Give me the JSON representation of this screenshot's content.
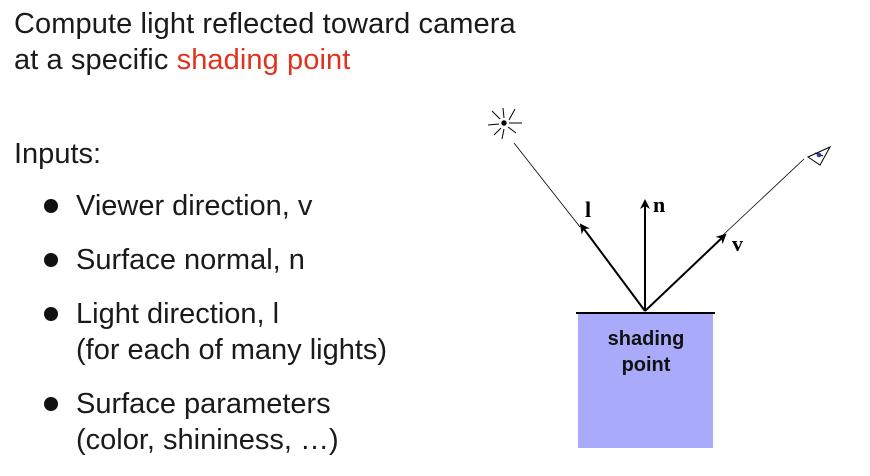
{
  "title": {
    "line1": "Compute light reflected toward camera",
    "line2_prefix": "at a specific ",
    "line2_highlight": "shading point"
  },
  "inputs": {
    "heading": "Inputs:",
    "items": [
      {
        "line1": "Viewer direction, v",
        "line2": ""
      },
      {
        "line1": "Surface normal, n",
        "line2": ""
      },
      {
        "line1": "Light direction, l",
        "line2": "(for each of many lights)"
      },
      {
        "line1": "Surface parameters",
        "line2": "(color, shininess, …)"
      }
    ]
  },
  "diagram": {
    "light_label": "l",
    "normal_label": "n",
    "view_label": "v",
    "surface_label_line1": "shading",
    "surface_label_line2": "point",
    "surface_color": "#a9aaf9",
    "highlight_color": "#e0321e"
  }
}
